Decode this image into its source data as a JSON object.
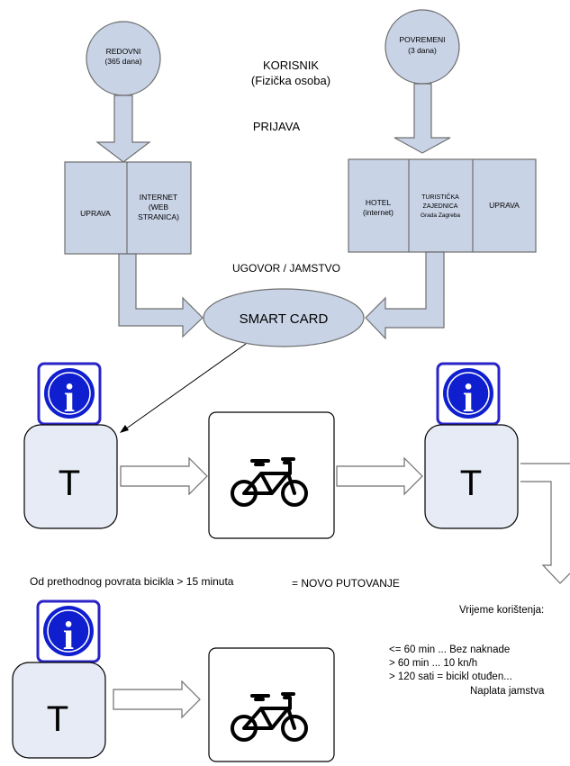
{
  "colors": {
    "shape_fill": "#c8d3e6",
    "shape_stroke": "#6f6f6f",
    "terminal_fill": "#e6ebf5",
    "info_blue": "#0f1fd0",
    "info_border": "#2a24c8",
    "text": "#000000"
  },
  "icons": {
    "info": "info-icon",
    "bicycle": "bicycle-icon",
    "arrow": "block-arrow-icon"
  },
  "header": {
    "user_title": "KORISNIK",
    "user_subtitle": "(Fizička osoba)",
    "registration": "PRIJAVA"
  },
  "user_types": {
    "regular_name": "REDOVNI",
    "regular_period": "(365 dana)",
    "occasional_name": "POVREMENI",
    "occasional_period": "(3 dana)"
  },
  "left_channels": {
    "admin": "UPRAVA",
    "internet_line1": "INTERNET",
    "internet_line2": "(WEB",
    "internet_line3": "STRANICA)"
  },
  "right_channels": {
    "hotel_line1": "HOTEL",
    "hotel_line2": "(internet)",
    "tourist_line1": "TURISTIČKA",
    "tourist_line2": "ZAJEDNICA",
    "tourist_line3": "Grada Zagreba",
    "admin": "UPRAVA"
  },
  "contract_label": "UGOVOR / JAMSTVO",
  "smart_card": "SMART CARD",
  "terminal_letter": "T",
  "info_letter": "i",
  "new_trip": {
    "condition": "Od prethodnog povrata bicikla > 15 minuta",
    "result": "= NOVO PUTOVANJE"
  },
  "usage": {
    "title": "Vrijeme korištenja:",
    "line1": "<= 60 min ... Bez naknade",
    "line2": ">   60 min ... 10 kn/h",
    "line3": "> 120 sati = bicikl otuđen...",
    "line4": "Naplata jamstva"
  }
}
